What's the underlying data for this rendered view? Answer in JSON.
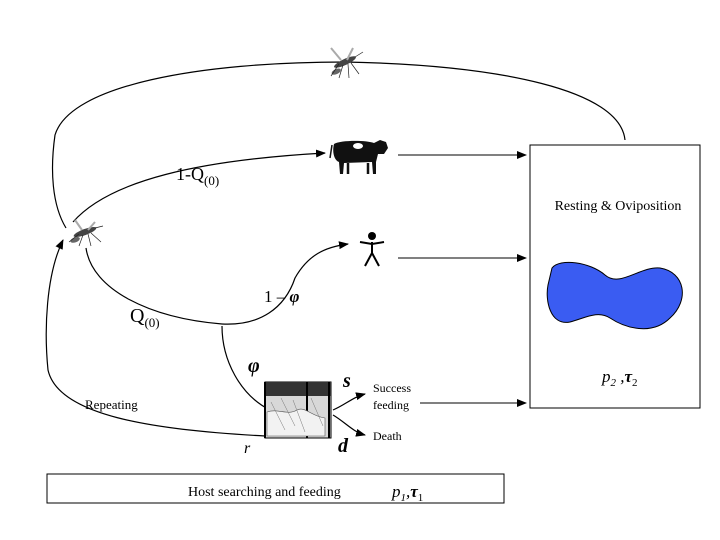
{
  "labels": {
    "not_in_house_prob": "1-Q",
    "not_in_house_sub": "(0)",
    "in_house_prob": "Q",
    "in_house_sub": "(0)",
    "not_under_net": "1 – ",
    "not_under_net_phi": "φ",
    "under_net_phi": "φ",
    "success_symbol": "s",
    "success_text_1": "Success",
    "success_text_2": "feeding",
    "death_symbol": "d",
    "death_text": "Death",
    "repeat_symbol": "r",
    "repeating_text": "Repeating",
    "resting_title": "Resting & Oviposition",
    "resting_p": "p",
    "resting_p_sub": "2",
    "resting_comma": " ,",
    "resting_tau": "τ",
    "resting_tau_sub": "2",
    "host_search_title": "Host searching and feeding",
    "host_p": "p",
    "host_p_sub": "1",
    "host_comma": ",",
    "host_tau": "τ",
    "host_tau_sub": "1"
  },
  "icons": {
    "mosquito": "mosquito-icon",
    "cow": "cow-icon",
    "human": "human-icon",
    "bed_net": "bed-net-icon",
    "oviposition_site": "water-blob-icon"
  },
  "colors": {
    "water_blob": "#3a5cf2",
    "line": "#000000"
  }
}
